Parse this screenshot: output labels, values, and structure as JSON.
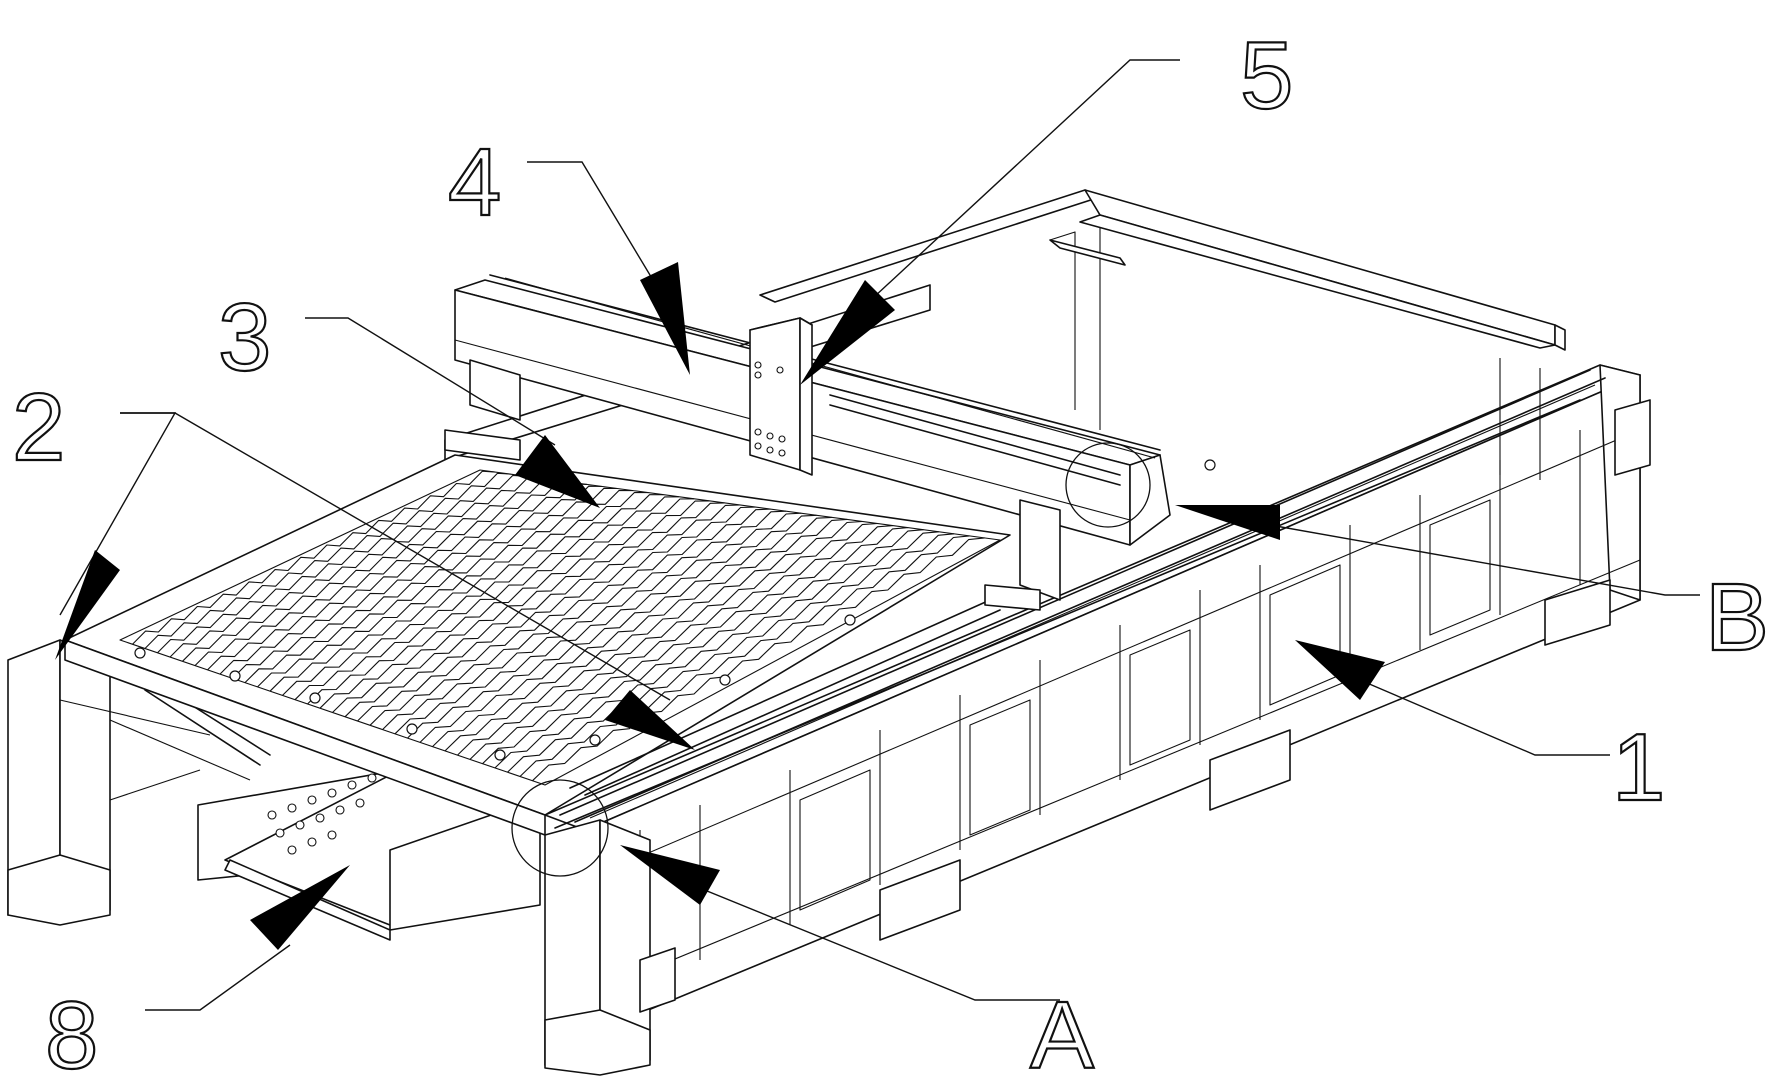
{
  "labels": {
    "bed": "1",
    "rail": "2",
    "platform": "3",
    "gantry": "4",
    "carriage": "5",
    "tray": "8",
    "detail_a": "A",
    "detail_b": "B"
  }
}
